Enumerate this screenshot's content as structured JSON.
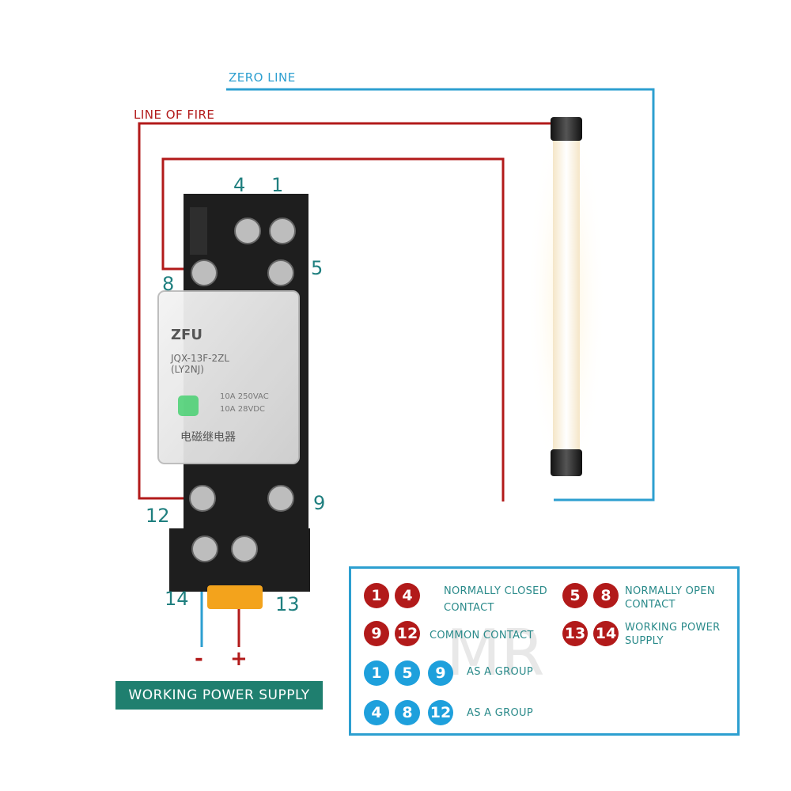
{
  "labels": {
    "zero_line": "ZERO LINE",
    "line_of_fire": "LINE OF FIRE",
    "power_supply": "WORKING POWER SUPPLY",
    "minus": "-",
    "plus": "+",
    "watermark": "MR"
  },
  "terminals": {
    "t4": "4",
    "t1": "1",
    "t8": "8",
    "t5": "5",
    "t12": "12",
    "t9": "9",
    "t14": "14",
    "t13": "13"
  },
  "relay": {
    "brand": "ZFU",
    "model": "JQX-13F-2ZL",
    "model_alt": "(LY2NJ)",
    "rating_ac": "10A 250VAC",
    "rating_dc": "10A 28VDC",
    "chinese": "电磁继电器"
  },
  "legend": {
    "row1": {
      "a": "1",
      "b": "4",
      "text1": "NORMALLY CLOSED",
      "text2": "CONTACT",
      "c": "5",
      "d": "8",
      "text3": "NORMALLY OPEN",
      "text4": "CONTACT"
    },
    "row2": {
      "a": "9",
      "b": "12",
      "text1": "COMMON CONTACT",
      "c": "13",
      "d": "14",
      "text3": "WORKING POWER",
      "text4": "SUPPLY"
    },
    "row3": {
      "a": "1",
      "b": "5",
      "c": "9",
      "text": "AS A GROUP"
    },
    "row4": {
      "a": "4",
      "b": "8",
      "c": "12",
      "text": "AS A GROUP"
    }
  },
  "colors": {
    "zero_line": "#2d9fd0",
    "line_of_fire": "#b21a1a",
    "terminal_text": "#1f7f7f",
    "power_box": "#1f7f6f"
  }
}
